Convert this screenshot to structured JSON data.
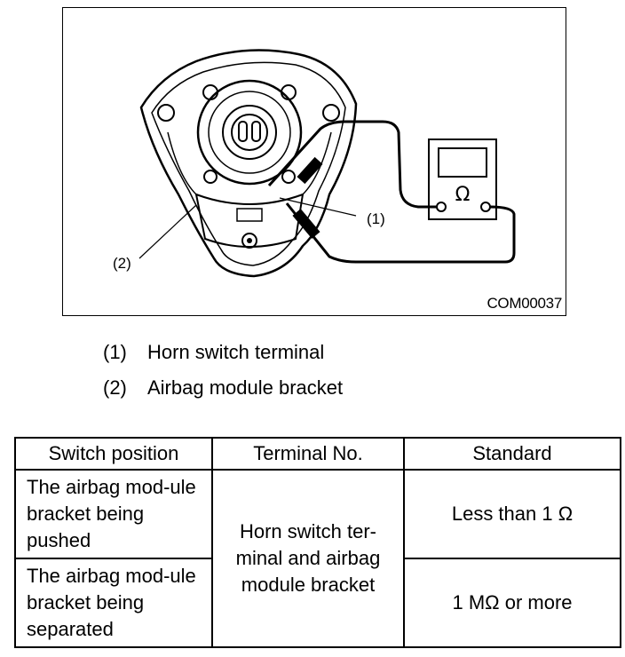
{
  "figure": {
    "code": "COM00037",
    "callouts": [
      "(1)",
      "(2)"
    ],
    "meter_symbol": "Ω"
  },
  "legend": [
    {
      "num": "(1)",
      "text": "Horn switch terminal"
    },
    {
      "num": "(2)",
      "text": "Airbag module bracket"
    }
  ],
  "table": {
    "headers": [
      "Switch position",
      "Terminal No.",
      "Standard"
    ],
    "rows": [
      {
        "position": "The airbag mod-ule bracket being pushed",
        "standard": "Less than 1 Ω"
      },
      {
        "position": "The airbag mod-ule bracket being separated",
        "standard": "1 MΩ or more"
      }
    ],
    "terminal": "Horn switch ter-minal and airbag module bracket"
  }
}
